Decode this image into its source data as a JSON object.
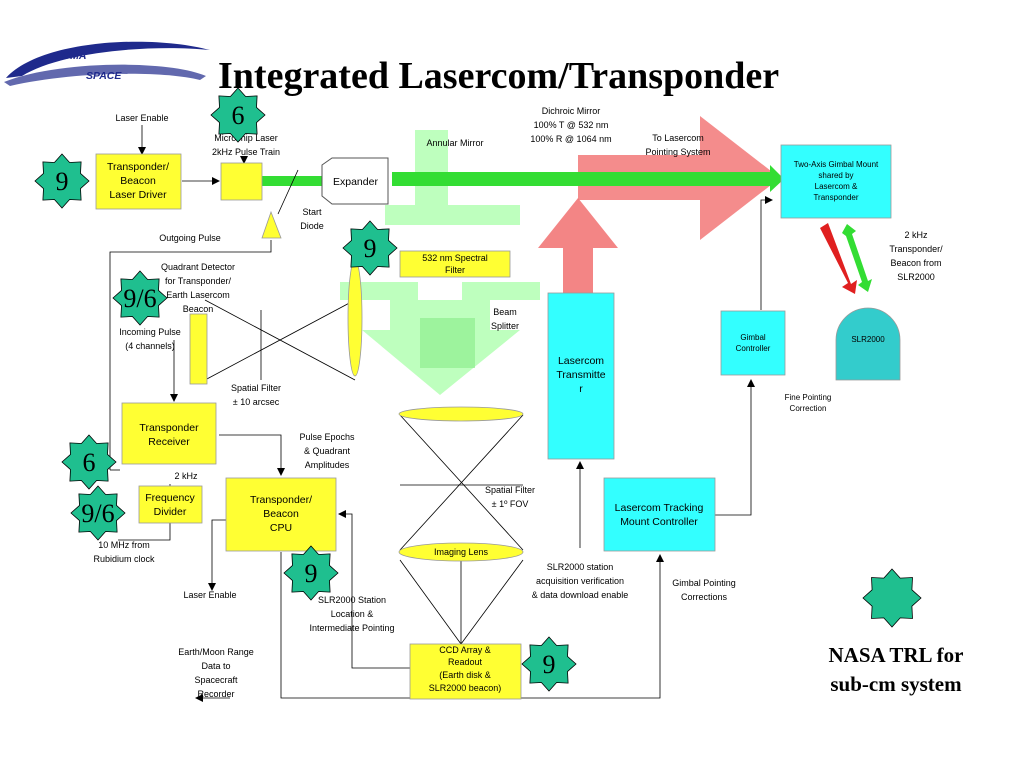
{
  "title": "Integrated Lasercom/Transponder",
  "logo": {
    "line1": "SIGMA",
    "line2": "SPACE"
  },
  "labels": {
    "laser_enable_top": "Laser Enable",
    "microchip_laser": [
      "Microchip Laser",
      "2kHz  Pulse Train"
    ],
    "annular_mirror": "Annular Mirror",
    "dichroic_mirror": [
      "Dichroic Mirror",
      "100% T @ 532 nm",
      "100% R @ 1064 nm"
    ],
    "to_lasercom": [
      "To Lasercom",
      "Pointing System"
    ],
    "outgoing_pulse": "Outgoing Pulse",
    "start_diode": [
      "Start",
      "Diode"
    ],
    "quad_detector": [
      "Quadrant Detector",
      "for Transponder/",
      "Earth Lasercom",
      "Beacon"
    ],
    "incoming_pulse": [
      "Incoming Pulse",
      "(4 channels)"
    ],
    "spatial_filter_1": [
      "Spatial Filter",
      "± 10 arcsec"
    ],
    "beam_splitter": [
      "Beam",
      "Splitter"
    ],
    "pulse_epochs": [
      "Pulse Epochs",
      "& Quadrant",
      "Amplitudes"
    ],
    "two_khz": "2 kHz",
    "ten_mhz": [
      "10 MHz from",
      "Rubidium clock"
    ],
    "spatial_filter_2": [
      "Spatial Filter",
      "± 1º FOV"
    ],
    "laser_enable_bottom": "Laser Enable",
    "slr_station_loc": [
      "SLR2000 Station",
      "Location &",
      "Intermediate Pointing"
    ],
    "slr_acq": [
      "SLR2000 station",
      "acquisition verification",
      "& data download enable"
    ],
    "gimbal_corrections": [
      "Gimbal Pointing",
      "Corrections"
    ],
    "earth_moon": [
      "Earth/Moon Range",
      "Data to",
      "Spacecraft",
      "Recorder"
    ],
    "fine_pointing": [
      "Fine Pointing",
      "Correction"
    ],
    "transponder_beacon_slr": [
      "2 kHz",
      "Transponder/",
      "Beacon from",
      "SLR2000"
    ]
  },
  "blocks": {
    "laser_driver": [
      "Transponder/",
      "Beacon",
      "Laser Driver"
    ],
    "expander": "Expander",
    "spectral_filter": [
      "532 nm Spectral",
      "Filter"
    ],
    "gimbal_mount": [
      "Two-Axis Gimbal Mount",
      "shared by",
      "Lasercom &",
      "Transponder"
    ],
    "lasercom_transmitter": [
      "Lasercom",
      "Transmitte",
      "r"
    ],
    "gimbal_controller": [
      "Gimbal",
      "Controller"
    ],
    "slr2000": "SLR2000",
    "transponder_receiver": [
      "Transponder",
      "Receiver"
    ],
    "frequency_divider": [
      "Frequency",
      "Divider"
    ],
    "transponder_cpu": [
      "Transponder/",
      "Beacon",
      "CPU"
    ],
    "tracking_controller": [
      "Lasercom Tracking",
      "Mount Controller"
    ],
    "imaging_lens": "Imaging Lens",
    "ccd_array": [
      "CCD Array &",
      "Readout",
      "(Earth disk &",
      "SLR2000 beacon)"
    ]
  },
  "badges": {
    "laser_driver": "9",
    "microchip_laser": "6",
    "spectral_filter": "9",
    "quad_detector": "9/6",
    "receiver": "6",
    "freq_divider": "9/6",
    "cpu": "9",
    "ccd": "9"
  },
  "legend": {
    "text": [
      "NASA TRL for",
      "sub-cm system"
    ]
  },
  "colors": {
    "yellow": "#ffff33",
    "cyan": "#33ffff",
    "teal": "#33cccc",
    "badge_green": "#1fbf8f",
    "beam_green": "#33dd33",
    "pale_green": "#b3ffb3",
    "salmon": "#f27878",
    "logo_blue": "#1f2a8c"
  }
}
